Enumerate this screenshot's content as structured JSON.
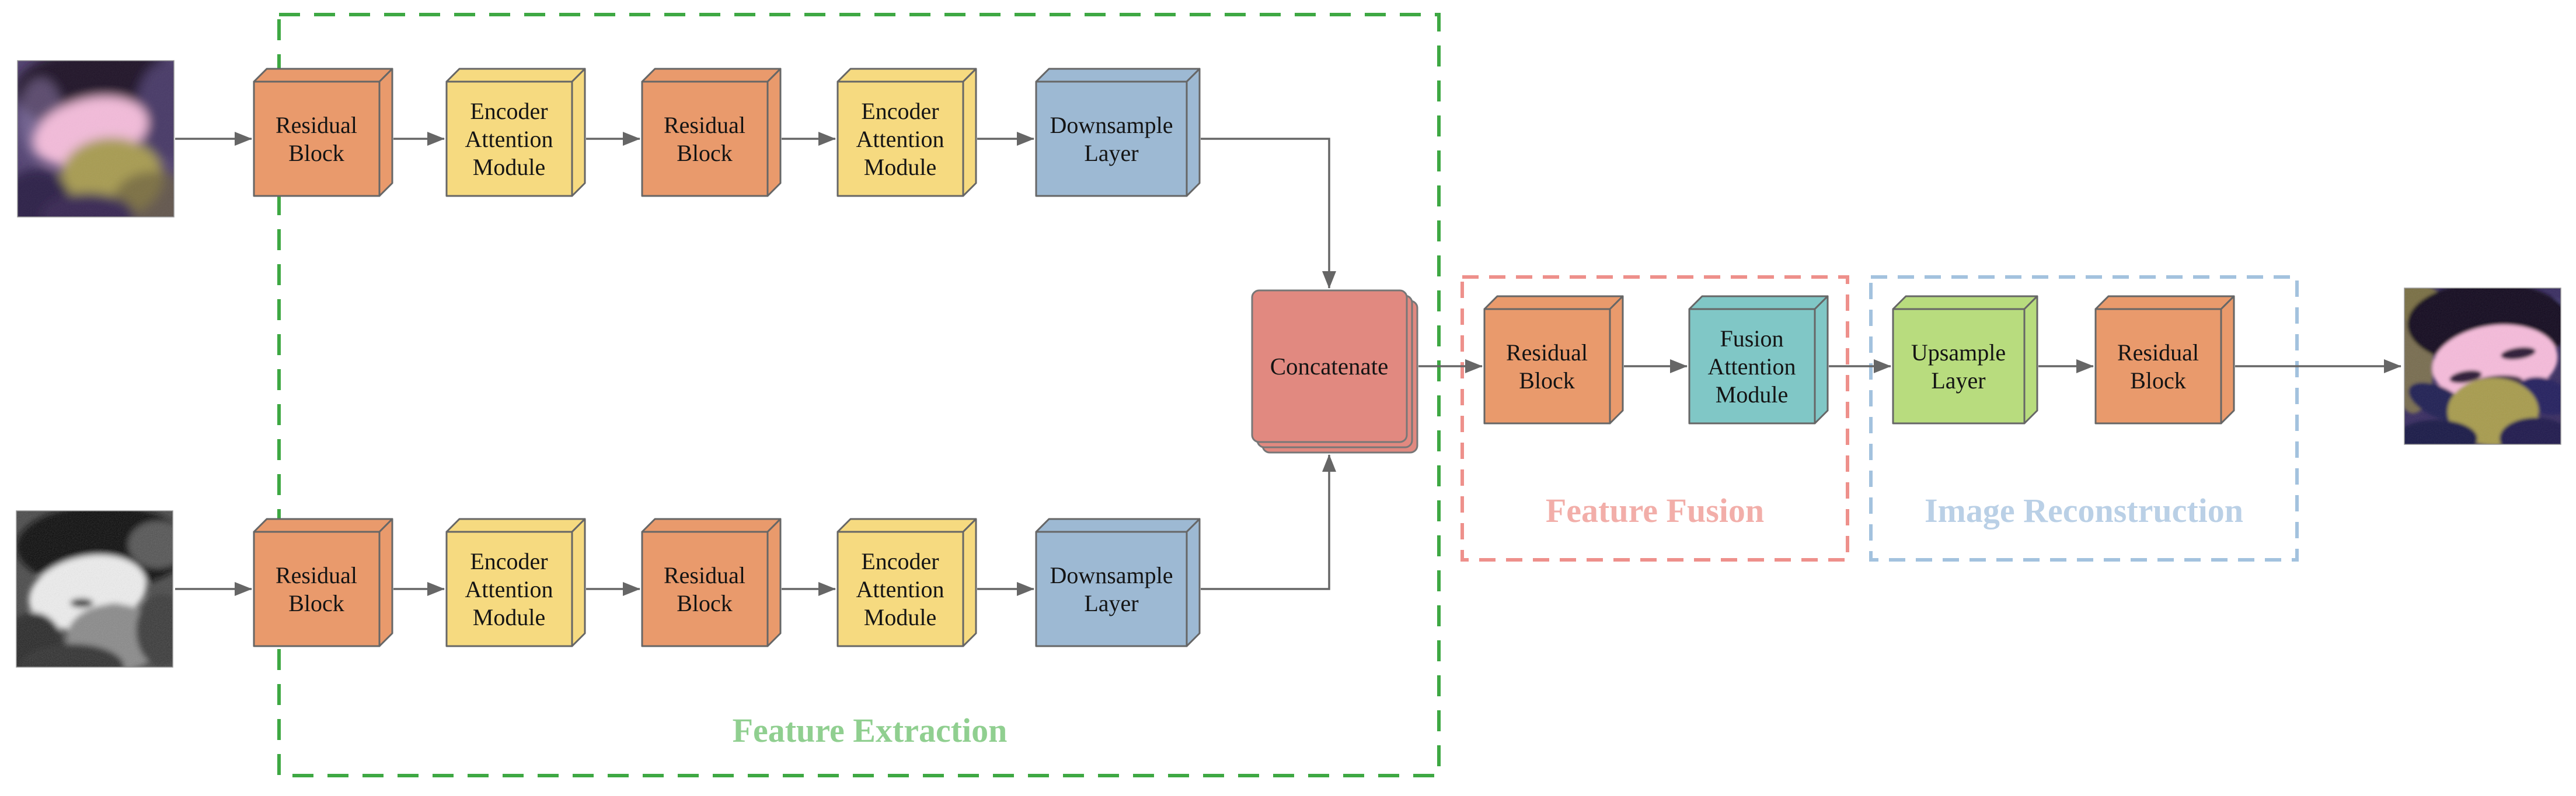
{
  "canvas": {
    "background": "#FFFFFF",
    "arrow_color": "#666666",
    "box_outline": "#666666"
  },
  "sections": {
    "feature_extraction": {
      "label": "Feature Extraction",
      "border_color": "#3EA843",
      "label_color": "#90CF90"
    },
    "feature_fusion": {
      "label": "Feature Fusion",
      "border_color": "#EE908B",
      "label_color": "#F2AEA9"
    },
    "image_reconstruction": {
      "label": "Image Reconstruction",
      "border_color": "#A3C2DE",
      "label_color": "#BAD0E6"
    }
  },
  "blocks": {
    "residual": {
      "line1": "Residual",
      "line2": "Block",
      "color": "#E99A6C"
    },
    "encoder_attention": {
      "line1": "Encoder",
      "line2": "Attention",
      "line3": "Module",
      "color": "#F6DA80"
    },
    "downsample": {
      "line1": "Downsample",
      "line2": "Layer",
      "color": "#9DB9D3"
    },
    "concatenate": {
      "label": "Concatenate",
      "color": "#E18980"
    },
    "fusion_attention": {
      "line1": "Fusion",
      "line2": "Attention",
      "line3": "Module",
      "color": "#80C7C6"
    },
    "upsample": {
      "line1": "Upsample",
      "line2": "Layer",
      "color": "#B8DC7E"
    }
  },
  "images": {
    "input_top": {
      "palette": {
        "background": "#544473",
        "arc": "#221329",
        "dome": "#F2BBD9",
        "blob": "#A89C52"
      }
    },
    "input_bottom": {
      "palette": {
        "background": "#4A4A4A",
        "arc": "#0E0E0E",
        "dome": "#EDEDED",
        "blob": "#8A8A8A"
      }
    },
    "output": {
      "palette": {
        "background": "#3B2F62",
        "arc": "#150C20",
        "dome": "#F5BBDA",
        "blob": "#A89C50"
      }
    }
  }
}
